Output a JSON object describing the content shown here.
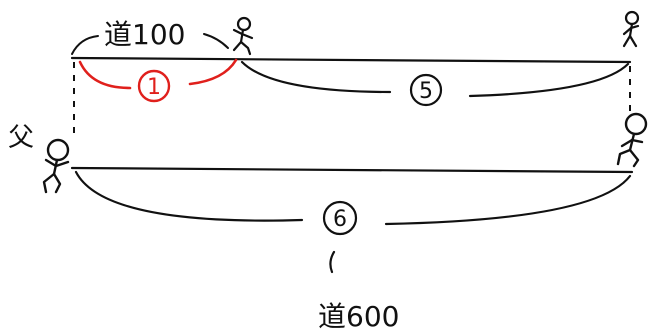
{
  "labels": {
    "top_distance": "道100",
    "bottom_distance": "道600",
    "father": "父"
  },
  "segments": {
    "red_circled": "①",
    "top_circled": "⑤",
    "bottom_circled": "⑥"
  },
  "colors": {
    "ink": "#111111",
    "accent": "#e0201c"
  }
}
